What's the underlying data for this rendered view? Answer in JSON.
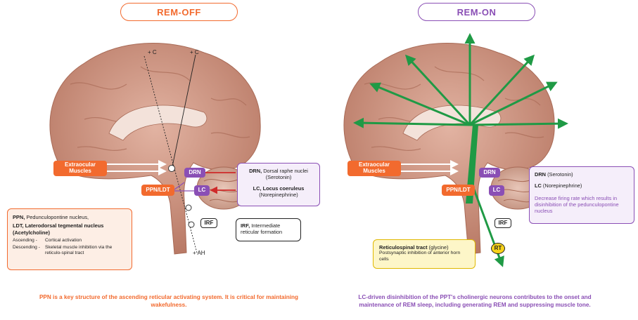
{
  "left": {
    "title": "REM-OFF",
    "extraocular_label": "Extraocular\nMuscles",
    "ppn_ldt_label": "PPN/LDT",
    "drn_label": "DRN",
    "lc_label": "LC",
    "irf_label": "IRF",
    "drn_info": {
      "abbr": "DRN,",
      "name": "Dorsal raphe nuclei",
      "nt": "(Serotonin)"
    },
    "lc_info": {
      "abbr": "LC,",
      "name": "Locus coeruleus",
      "nt": "(Norepinephrine)"
    },
    "irf_info": {
      "abbr": "IRF,",
      "name": "Intermediate",
      "name2": "reticular formation"
    },
    "ppn_box": {
      "ppn_abbr": "PPN,",
      "ppn_name": "Pedunculopontine nucleus,",
      "ldt_abbr": "LDT,",
      "ldt_name": "Laterodorsal tegmental nucleus",
      "nt": "(Acetylcholine)",
      "asc_key": "Ascending -",
      "asc_val": "Cortical activation",
      "desc_key": "Descending -",
      "desc_val": "Skeletal muscle inhibition via the reticulo-spinal tract"
    },
    "axis_labels": {
      "c1": "+ C",
      "c2": "+ C",
      "ah": "+ AH"
    },
    "caption": "PPN is a key structure of the ascending reticular activating system. It is critical for maintaining wakefulness."
  },
  "right": {
    "title": "REM-ON",
    "extraocular_label": "Extraocular\nMuscles",
    "ppn_ldt_label": "PPN/LDT",
    "drn_label": "DRN",
    "lc_label": "LC",
    "irf_label": "IRF",
    "rt_label": "RT",
    "info_box": {
      "drn_abbr": "DRN",
      "drn_nt": "(Serotonin)",
      "lc_abbr": "LC",
      "lc_nt": "(Norepinephrine)",
      "note": "Decrease firing rate which results in disinhibition of the pedunculopontine nucleus"
    },
    "rt_box": {
      "title": "Reticulospinal tract",
      "title_suffix": "(glycine)",
      "line": "Postsynaptic inhibition of anterior horn cells"
    },
    "caption": "LC-driven disinhibition of the PPT's cholinergic neurons contributes to the onset and maintenance of REM sleep, including generating REM and suppressing muscle tone."
  },
  "colors": {
    "orange": "#f26a2e",
    "purple": "#8a4fb5",
    "green": "#1f9a45",
    "red": "#cf2a2a",
    "yellow": "#f7d21a",
    "brain": "#d49a85"
  }
}
